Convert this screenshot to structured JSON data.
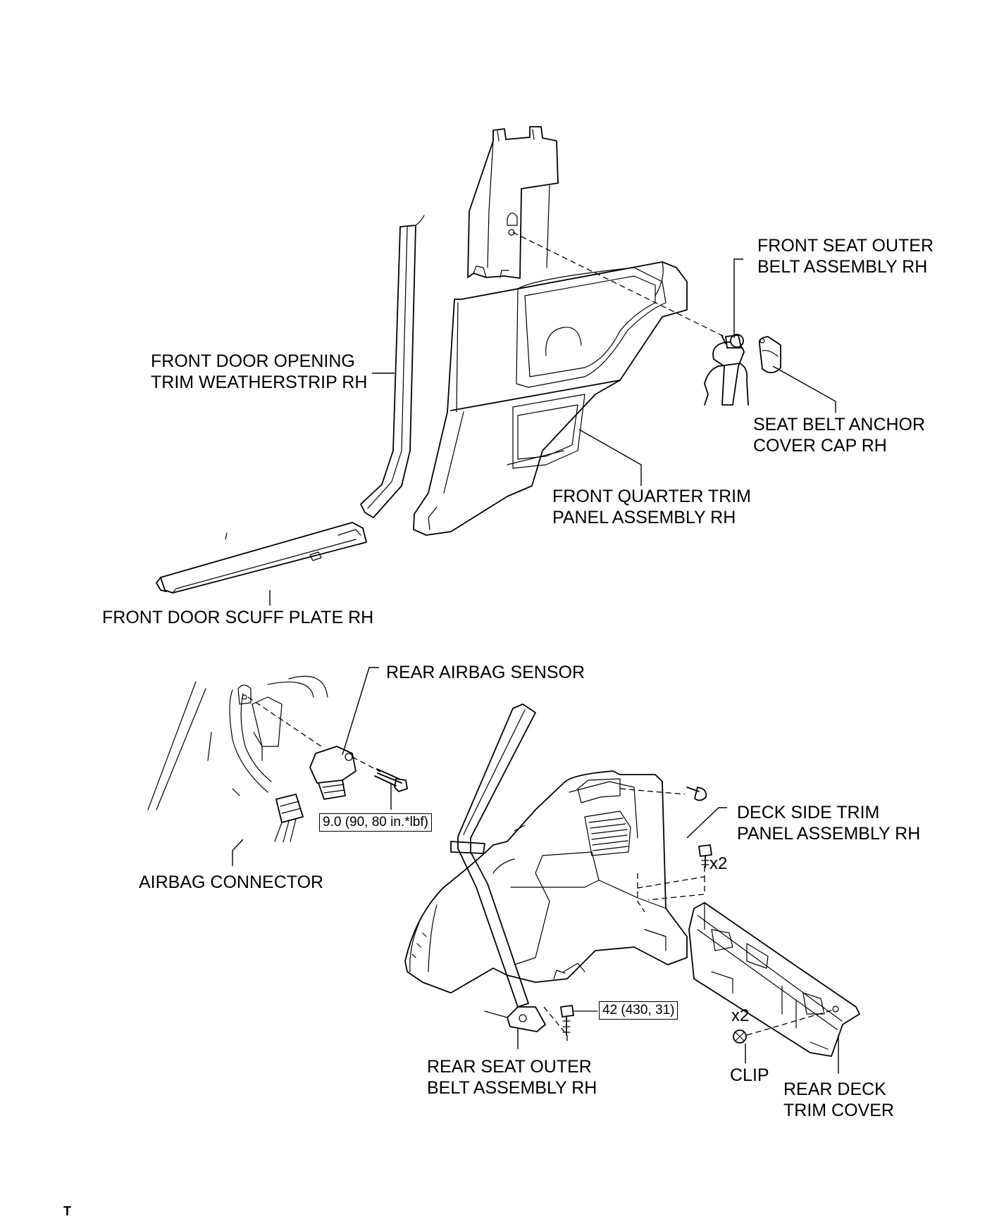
{
  "labels": {
    "front_seat_outer_belt": [
      "FRONT SEAT OUTER",
      "BELT ASSEMBLY RH"
    ],
    "front_door_opening_trim": [
      "FRONT DOOR OPENING",
      "TRIM WEATHERSTRIP RH"
    ],
    "seat_belt_anchor_cover_cap": [
      "SEAT BELT ANCHOR",
      "COVER CAP RH"
    ],
    "front_quarter_trim_panel": [
      "FRONT QUARTER TRIM",
      "PANEL ASSEMBLY RH"
    ],
    "front_door_scuff_plate": [
      "FRONT DOOR SCUFF PLATE RH"
    ],
    "rear_airbag_sensor": [
      "REAR AIRBAG SENSOR"
    ],
    "deck_side_trim_panel": [
      "DECK SIDE TRIM",
      "PANEL ASSEMBLY RH"
    ],
    "airbag_connector": [
      "AIRBAG CONNECTOR"
    ],
    "rear_seat_outer_belt": [
      "REAR SEAT OUTER",
      "BELT ASSEMBLY RH"
    ],
    "clip": [
      "CLIP"
    ],
    "rear_deck_trim_cover": [
      "REAR DECK",
      "TRIM COVER"
    ]
  },
  "torques": {
    "airbag_sensor_bolt": "9.0 (90, 80 in.*lbf)",
    "rear_belt_bolt": "42 (430, 31)"
  },
  "quantities": {
    "deck_side_clip": "x2",
    "rear_deck_clip": "x2"
  },
  "corner_mark": "T"
}
